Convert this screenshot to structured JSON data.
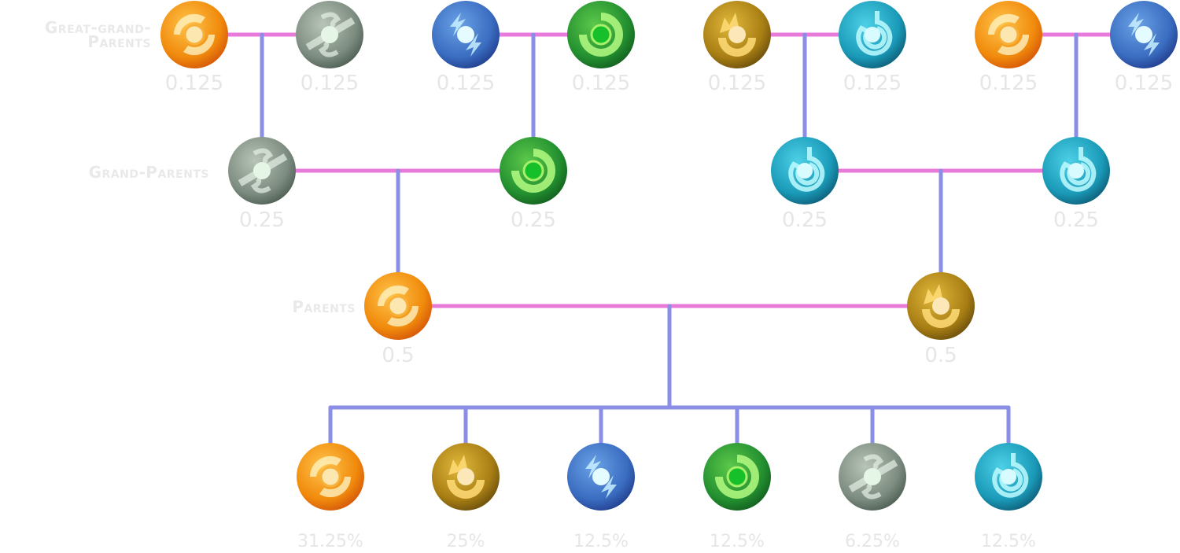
{
  "generations": {
    "great_grand_parents": "Great-grand-Parents",
    "grand_parents": "Grand-Parents",
    "parents": "Parents"
  },
  "colors": {
    "partner_link": "#e87ad9",
    "descent_link": "#8a8ee6",
    "fire": "#f0930e",
    "wind": "#8a9a8c",
    "storm": "#3f78c6",
    "forest": "#2d9b35",
    "earth": "#b58a16",
    "water": "#1aa4c0"
  },
  "great_grand_parents": [
    {
      "element": "fire",
      "icon": "fire-swirl-icon",
      "value": "0.125"
    },
    {
      "element": "wind",
      "icon": "wind-gust-icon",
      "value": "0.125"
    },
    {
      "element": "storm",
      "icon": "lightning-icon",
      "value": "0.125"
    },
    {
      "element": "forest",
      "icon": "leaf-spiral-icon",
      "value": "0.125"
    },
    {
      "element": "earth",
      "icon": "earth-flame-icon",
      "value": "0.125"
    },
    {
      "element": "water",
      "icon": "water-drop-icon",
      "value": "0.125"
    },
    {
      "element": "fire",
      "icon": "fire-swirl-icon",
      "value": "0.125"
    },
    {
      "element": "storm",
      "icon": "lightning-icon",
      "value": "0.125"
    }
  ],
  "grand_parents": [
    {
      "element": "wind",
      "icon": "wind-gust-icon",
      "value": "0.25"
    },
    {
      "element": "forest",
      "icon": "leaf-spiral-icon",
      "value": "0.25"
    },
    {
      "element": "water",
      "icon": "water-drop-icon",
      "value": "0.25"
    },
    {
      "element": "water",
      "icon": "water-drop-icon",
      "value": "0.25"
    }
  ],
  "parents": [
    {
      "element": "fire",
      "icon": "fire-swirl-icon",
      "value": "0.5"
    },
    {
      "element": "earth",
      "icon": "earth-flame-icon",
      "value": "0.5"
    }
  ],
  "offspring": [
    {
      "element": "fire",
      "icon": "fire-swirl-icon",
      "percent": "31.25%"
    },
    {
      "element": "earth",
      "icon": "earth-flame-icon",
      "percent": "25%"
    },
    {
      "element": "storm",
      "icon": "lightning-icon",
      "percent": "12.5%"
    },
    {
      "element": "forest",
      "icon": "leaf-spiral-icon",
      "percent": "12.5%"
    },
    {
      "element": "wind",
      "icon": "wind-gust-icon",
      "percent": "6.25%"
    },
    {
      "element": "water",
      "icon": "water-drop-icon",
      "percent": "12.5%"
    }
  ]
}
